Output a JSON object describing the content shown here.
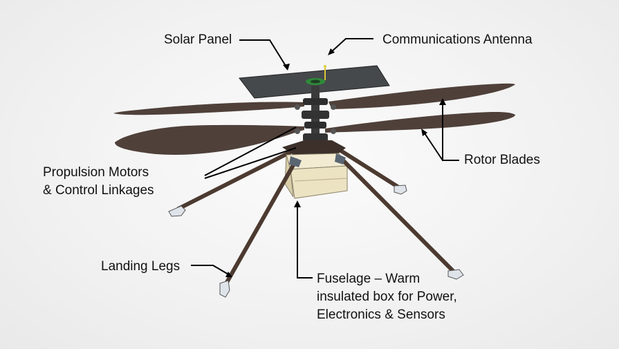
{
  "labels": {
    "solar_panel": "Solar Panel",
    "antenna": "Communications Antenna",
    "propulsion": [
      "Propulsion Motors",
      "& Control Linkages"
    ],
    "rotor_blades": "Rotor Blades",
    "landing_legs": "Landing Legs",
    "fuselage": [
      "Fuselage – Warm",
      "insulated box for Power,",
      "Electronics & Sensors"
    ]
  },
  "colors": {
    "blade": "#4f403a",
    "panel": "#45494b",
    "leg": "#4c3a30",
    "fuselage": "#ece3c3",
    "leader_line": "#000000"
  }
}
